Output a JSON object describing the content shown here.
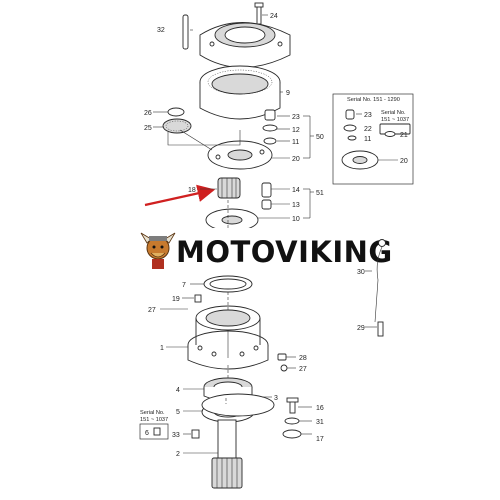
{
  "brand": {
    "wordmark": "MOTOVIKING",
    "logo": "viking-mascot-icon"
  },
  "colors": {
    "highlight_arrow": "#d02020",
    "line": "#2a2a2a",
    "watermark_band": "#ffffff"
  },
  "callouts": {
    "n1": "1",
    "n2": "2",
    "n3": "3",
    "n4": "4",
    "n5": "5",
    "n6": "6",
    "n7": "7",
    "n9": "9",
    "n10": "10",
    "n11": "11",
    "n12": "12",
    "n13": "13",
    "n14": "14",
    "n16": "16",
    "n17": "17",
    "n18": "18",
    "n19": "19",
    "n20": "20",
    "n22": "22",
    "n23": "23",
    "n24": "24",
    "n25": "25",
    "n26": "26",
    "n27": "27",
    "n28": "28",
    "n29": "29",
    "n30": "30",
    "n31": "31",
    "n32": "32",
    "n33": "33",
    "n50": "50",
    "n51": "51"
  },
  "insets": {
    "top_right": {
      "serial_title": "Serial No. 151 - 1290",
      "serial_sub_1": "Serial No.",
      "serial_sub_2": "151 ~ 1037",
      "parts": [
        "23",
        "22",
        "11",
        "21",
        "20"
      ]
    },
    "bottom_left": {
      "serial_1": "Serial No.",
      "serial_2": "151 ~ 1037",
      "part": "6"
    }
  }
}
